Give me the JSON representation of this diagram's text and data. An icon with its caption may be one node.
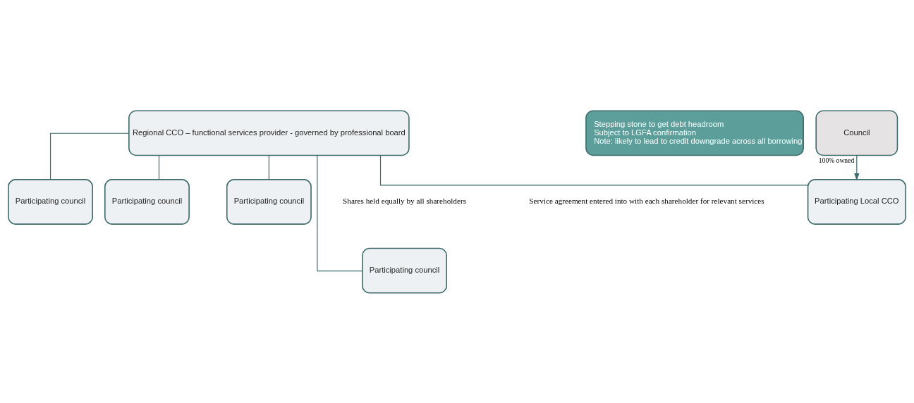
{
  "diagram": {
    "nodes": [
      {
        "text": [
          "Regional CCO – functional services provider - governed by professional board"
        ]
      },
      {
        "text": [
          "Participating council"
        ]
      },
      {
        "text": [
          "Participating council"
        ]
      },
      {
        "text": [
          "Participating council"
        ]
      },
      {
        "text": [
          "Participating council"
        ]
      },
      {
        "text": [
          "Participating Local CCO"
        ]
      },
      {
        "text": [
          "Stepping stone to get debt headroom",
          "Subject to LGFA confirmation",
          "Note: likely to lead to credit downgrade across all borrowing"
        ]
      },
      {
        "text": [
          "Council"
        ]
      }
    ],
    "edges": [
      {
        "from": 0,
        "to": 1,
        "arrow": "none"
      },
      {
        "from": 0,
        "to": 2,
        "arrow": "none"
      },
      {
        "from": 0,
        "to": 3,
        "arrow": "none"
      },
      {
        "from": 0,
        "to": 4,
        "arrow": "none"
      },
      {
        "from": 0,
        "to": 5,
        "arrow": "none"
      },
      {
        "from": 7,
        "to": 5,
        "arrow": "to",
        "label": "100% owned"
      }
    ],
    "labels": [
      "Shares held equally by all shareholders",
      "Service agreement entered into with each shareholder for relevant services"
    ]
  }
}
